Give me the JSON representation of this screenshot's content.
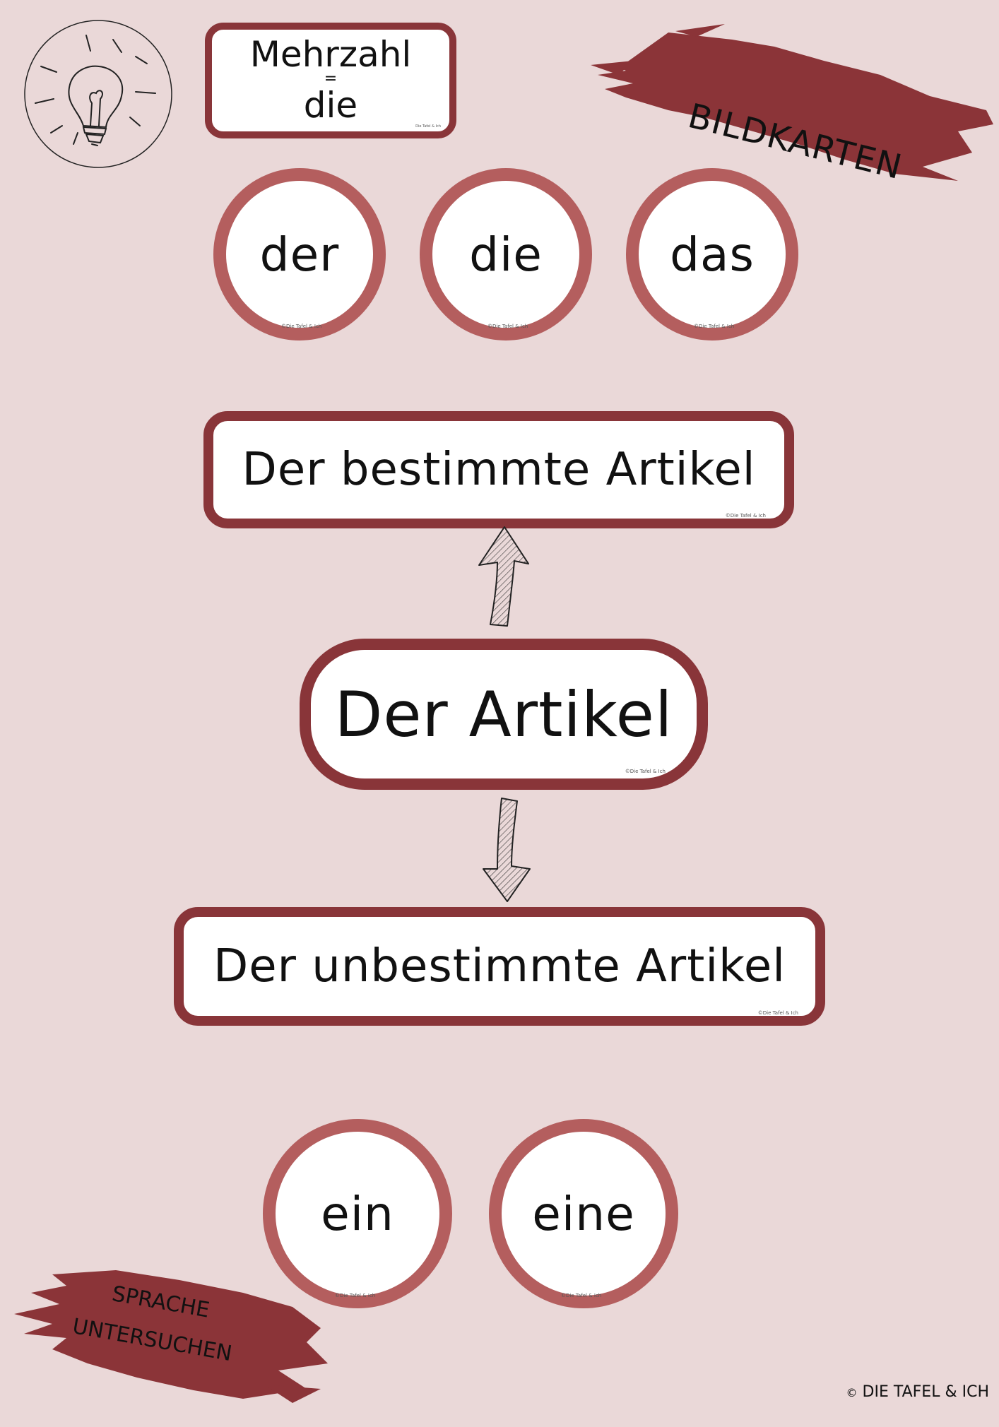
{
  "colors": {
    "background": "#ead8d8",
    "card_border_dark": "#893539",
    "circle_border": "#b45e5e",
    "brush": "#8b3438"
  },
  "icons": {
    "bulb": "lightbulb-icon",
    "arrow_up": "hatched-arrow-up-icon",
    "arrow_down": "hatched-arrow-down-icon"
  },
  "plural_card": {
    "line1": "Mehrzahl",
    "line2": "=",
    "line3": "die",
    "credit": "Die Tafel & Ich"
  },
  "brush_top": {
    "label": "BILDKARTEN"
  },
  "definite_articles": [
    {
      "word": "der",
      "credit": "©Die Tafel & Ich"
    },
    {
      "word": "die",
      "credit": "©Die Tafel & Ich"
    },
    {
      "word": "das",
      "credit": "©Die Tafel & Ich"
    }
  ],
  "definite_card": {
    "label": "Der bestimmte Artikel",
    "credit": "©Die Tafel & Ich"
  },
  "main_card": {
    "label": "Der Artikel",
    "credit": "©Die Tafel & Ich"
  },
  "indefinite_card": {
    "label": "Der unbestimmte Artikel",
    "credit": "©Die Tafel & Ich"
  },
  "indefinite_articles": [
    {
      "word": "ein",
      "credit": "©Die Tafel & Ich"
    },
    {
      "word": "eine",
      "credit": "©Die Tafel & Ich"
    }
  ],
  "brush_bottom": {
    "line1": "SPRACHE",
    "line2": "UNTERSUCHEN"
  },
  "footer": {
    "copyright_symbol": "©",
    "copyright_text": "DIE TAFEL & ICH"
  }
}
